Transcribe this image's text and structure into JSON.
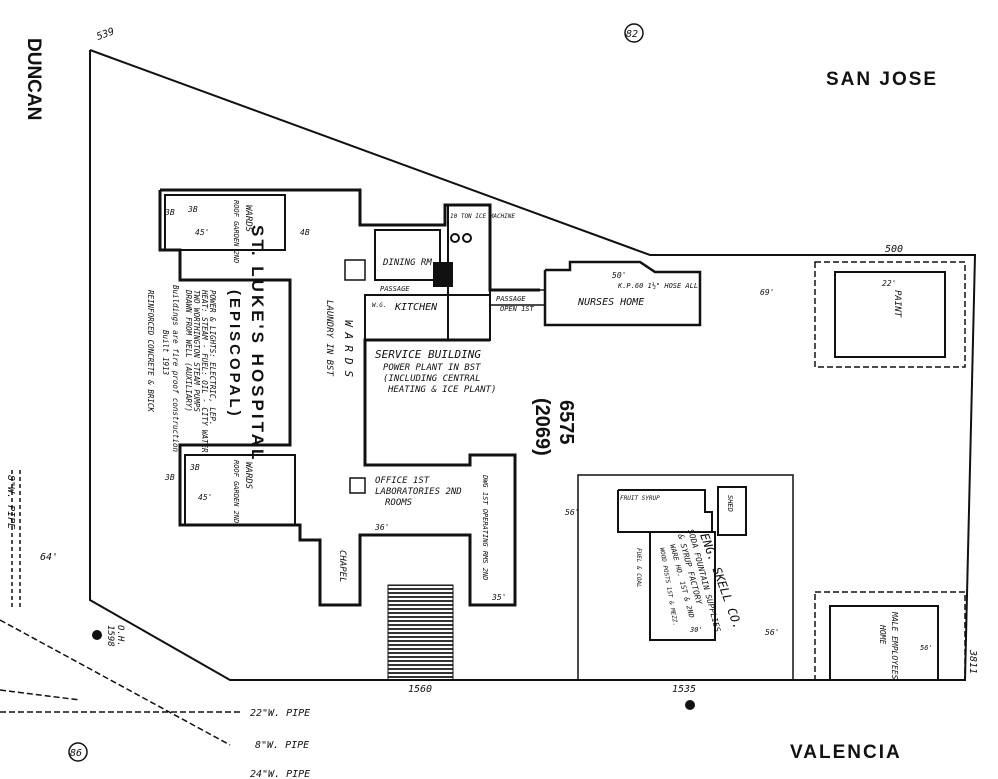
{
  "streets": {
    "duncan": "DUNCAN",
    "san_jose": "SAN JOSE",
    "valencia": "VALENCIA"
  },
  "block": {
    "number": "6575",
    "sub_number": "(2069)",
    "sheet_ref_top": "82",
    "sheet_ref_bottom": "86"
  },
  "addresses": {
    "top_left": "539",
    "nurses_top": "500",
    "bottom_mid": "1560",
    "bottom_right": "1535",
    "right": "3811",
    "left_bottom": "1598",
    "left_bottom_note": "O.H."
  },
  "pipes": {
    "p1": "8\"W. PIPE",
    "p2": "22\"W. PIPE",
    "p3": "8\"W. PIPE",
    "p4": "24\"W. PIPE",
    "p5": "64'"
  },
  "hospital": {
    "name": "ST. LUKE'S HOSPITAL",
    "denomination": "(EPISCOPAL)",
    "notes": [
      "POWER & LIGHTS: ELECTRIC, LEP.",
      "HEAT: STEAM - FUEL: OIL - CITY WATER",
      "TWO WORTHINGTON STEAM PUMPS",
      "DRAWN FROM WELL (AUXILIARY)",
      "Buildings are fire proof construction",
      "Built 1913",
      "REINFORCED CONCRETE & BRICK"
    ],
    "wards_top": "WARDS",
    "roof_garden_top": "ROOF GARDEN 2ND",
    "wards_bottom": "WARDS",
    "roof_garden_bottom": "ROOF GARDEN 2ND",
    "wards_center": "WARDS",
    "laundry": "LAUNDRY IN BST",
    "chapel": "CHAPEL",
    "office": "OFFICE 1ST",
    "labs": "LABORATORIES 2ND",
    "rooms": "ROOMS",
    "operating": "DWG 1ST OPERATING RMS 2ND",
    "stories": [
      "3B",
      "3B",
      "4B",
      "3B",
      "3B",
      "45'",
      "45'"
    ]
  },
  "service": {
    "name": "SERVICE BUILDING",
    "line1": "POWER PLANT IN BST",
    "line2": "(INCLUDING CENTRAL",
    "line3": "HEATING & ICE PLANT)",
    "dining": "DINING RM",
    "kitchen": "KITCHEN",
    "passage": "PASSAGE",
    "ice": "10 TON ICE MACHINE",
    "wg": "W.G."
  },
  "passage_open": {
    "line1": "PASSAGE",
    "line2": "OPEN 1ST"
  },
  "nurses": {
    "name": "NURSES HOME",
    "hose": "K.P.60 1½\" HOSE ALL",
    "dim": "50'"
  },
  "paint": {
    "name": "PAINT",
    "dim": "22'"
  },
  "skell": {
    "name": "ENG. SKELL CO.",
    "l1": "SODA FOUNTAIN SUPPLIES",
    "l2": "& SYRUP FACTORY",
    "l3": "WARE HO. 1ST & 2ND",
    "l4": "WOOD POSTS 1ST & MEZZ.",
    "fruit": "FRUIT SYRUP",
    "fuel": "FUEL & COAL",
    "shed": "SHED",
    "dim": "30'"
  },
  "employees": {
    "name": "MALE EMPLOYEES",
    "home": "HOME",
    "dim": "56'"
  },
  "dims": {
    "d1": "69'",
    "d2": "56'",
    "d3": "56'",
    "d4": "36'",
    "d5": "35'"
  }
}
